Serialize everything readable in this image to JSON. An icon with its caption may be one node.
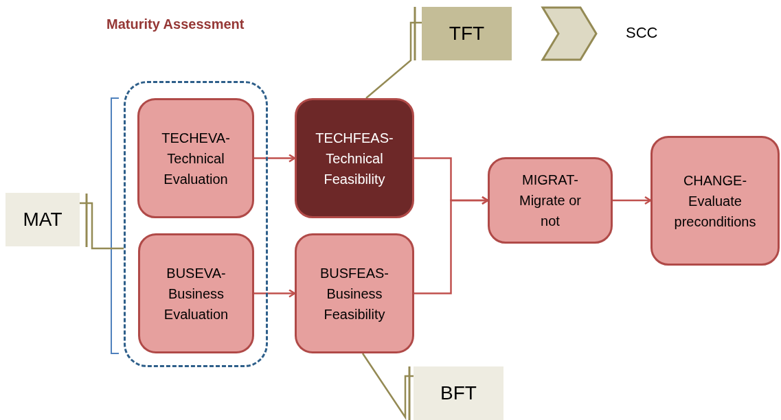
{
  "diagram": {
    "title": "Maturity Assessment",
    "nodes": [
      {
        "text": [],
        "shape": "box"
      },
      {
        "text": [
          "TECHEVA- Technical Evaluation"
        ],
        "in": 0
      },
      {
        "text": [
          "BUSEVA- Business Evaluation"
        ],
        "in": 0
      },
      {
        "text": [
          "TECHFEAS- Technical Feasibility"
        ]
      },
      {
        "text": [
          "BUSFEAS- Business Feasibility"
        ]
      },
      {
        "text": [
          "MIGRAT- Migrate or not"
        ]
      },
      {
        "text": [
          "CHANGE- Evaluate preconditions"
        ]
      },
      {
        "text": [
          "MAT"
        ]
      },
      {
        "text": [
          "TFT"
        ]
      },
      {
        "text": [
          "BFT"
        ]
      },
      {
        "text": [],
        "shape": "chevron",
        "beside": [
          "SCC"
        ]
      }
    ],
    "edges": [
      {
        "from": 1,
        "to": 3,
        "arrow": "to"
      },
      {
        "from": 2,
        "to": 4,
        "arrow": "to"
      },
      {
        "from": 3,
        "to": 5,
        "arrow": "to"
      },
      {
        "from": 4,
        "to": 5,
        "arrow": "to"
      },
      {
        "from": 5,
        "to": 6,
        "arrow": "to"
      },
      {
        "from": 7,
        "to": 0,
        "arrow": "none",
        "color": "#948a54"
      },
      {
        "from": 8,
        "to": 3,
        "arrow": "none",
        "color": "#948a54"
      },
      {
        "from": 9,
        "to": 4,
        "arrow": "none",
        "color": "#948a54"
      }
    ]
  }
}
